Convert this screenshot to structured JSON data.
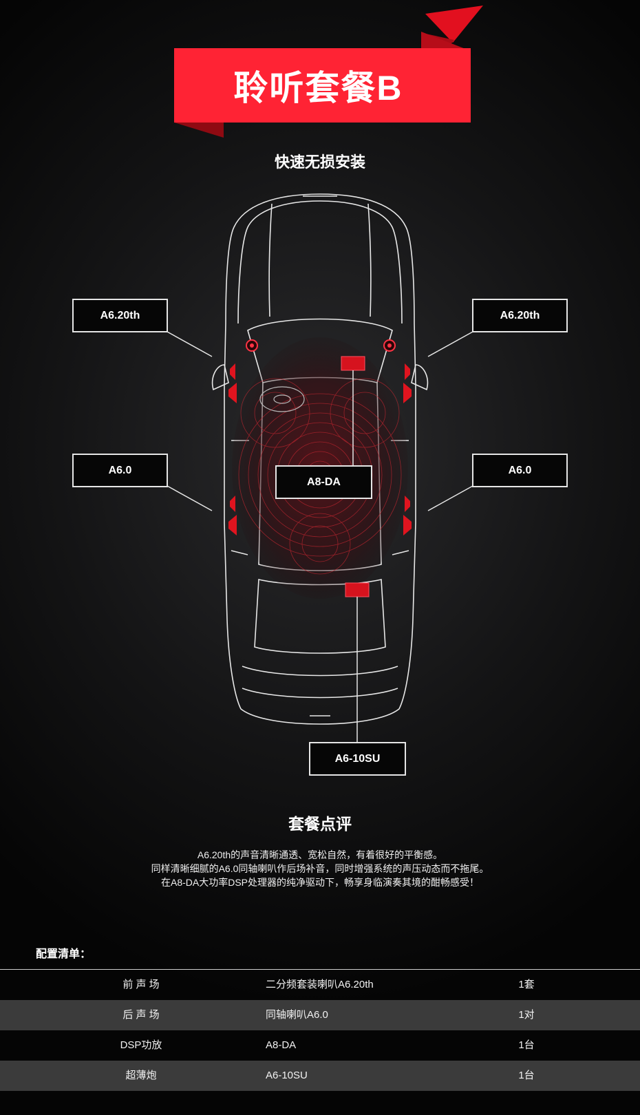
{
  "banner": {
    "title": "聆听套餐B"
  },
  "subtitle": "快速无损安装",
  "labels": {
    "front_left": "A6.20th",
    "front_right": "A6.20th",
    "rear_left": "A6.0",
    "rear_right": "A6.0",
    "center": "A8-DA",
    "sub": "A6-10SU"
  },
  "review": {
    "title": "套餐点评",
    "lines": [
      "A6.20th的声音清晰通透、宽松自然，有着很好的平衡感。",
      "同样清晰细腻的A6.0同轴喇叭作后场补音，同时增强系统的声压动态而不拖尾。",
      "在A8-DA大功率DSP处理器的纯净驱动下，畅享身临演奏其境的酣畅感受！"
    ]
  },
  "config": {
    "title": "配置清单：",
    "rows": [
      {
        "position": "前 声 场",
        "product": "二分频套装喇叭A6.20th",
        "qty": "1套"
      },
      {
        "position": "后 声 场",
        "product": "同轴喇叭A6.0",
        "qty": "1对"
      },
      {
        "position": "DSP功放",
        "product": "A8-DA",
        "qty": "1台"
      },
      {
        "position": "超薄炮",
        "product": "A6-10SU",
        "qty": "1台"
      }
    ]
  },
  "colors": {
    "accent": "#ff2034",
    "background": "#0b0b0b",
    "row_alt": "#3b3b3b"
  }
}
